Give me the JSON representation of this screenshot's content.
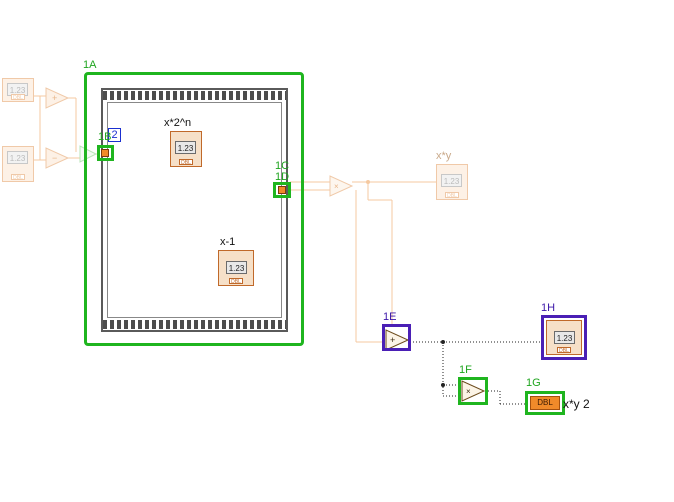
{
  "labels": {
    "frame": "1A",
    "constant": "1B",
    "tunnel_out": "1C",
    "shift_reg": "1D",
    "add": "1E",
    "multiply": "1F",
    "indicator_dbl": "1G",
    "indicator_xy": "1H"
  },
  "indicators": {
    "x2n": "x*2^n",
    "xminus1": "x-1",
    "xy_faded": "x*y",
    "xy2": "x*y 2",
    "display_value": "1.23",
    "type": "DBL"
  },
  "constant_value": "2",
  "nodes": {
    "scale_pow2": "x2ⁿ",
    "decrement": "-1",
    "multiply": "×",
    "add": "+",
    "subtract": "−"
  },
  "colors": {
    "highlight_green": "#1fb51f",
    "highlight_purple": "#4a1fb5",
    "wire_orange": "#e07b1a",
    "wire_faded": "#f5c9a0"
  }
}
